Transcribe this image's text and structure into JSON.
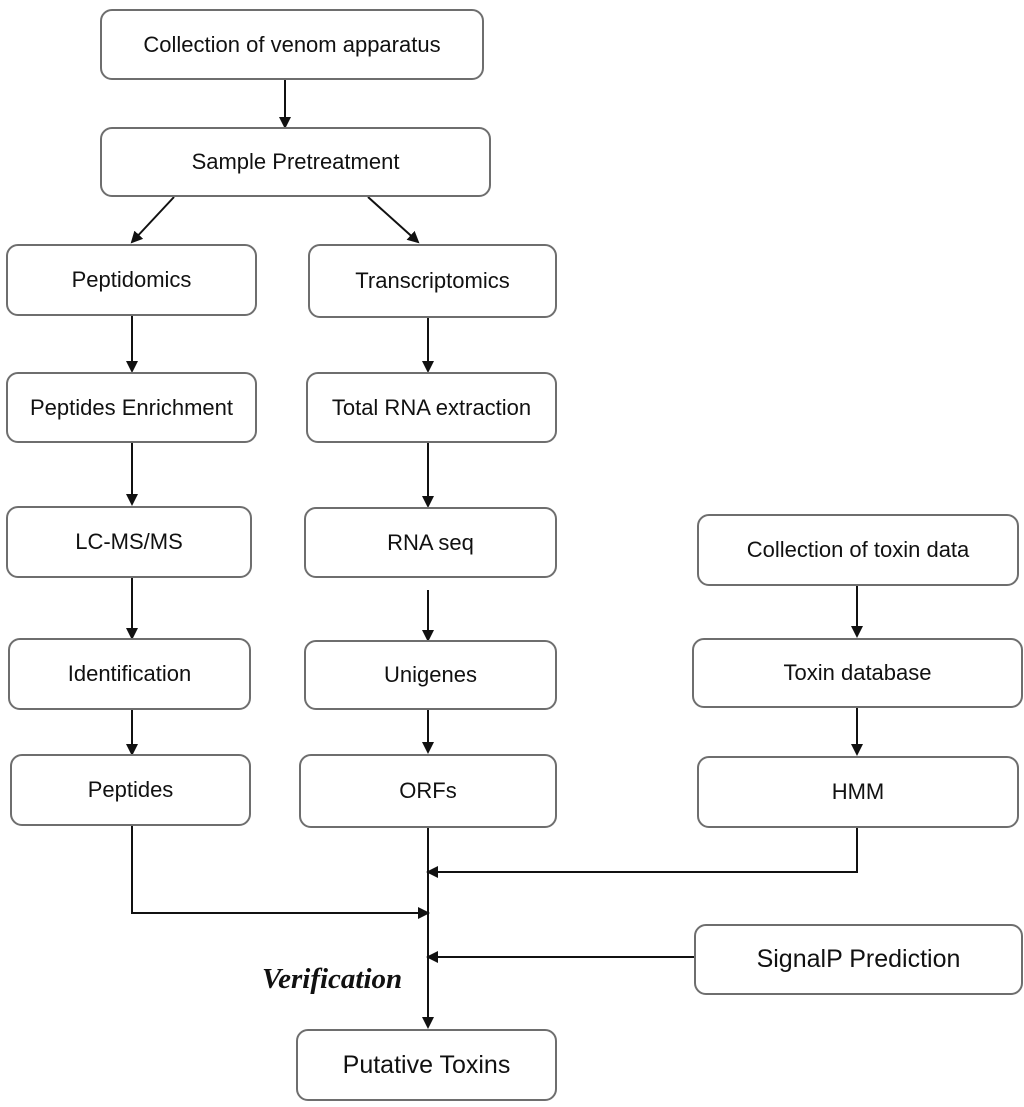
{
  "nodes": {
    "collection_venom": "Collection of venom apparatus",
    "sample_pretreatment": "Sample Pretreatment",
    "peptidomics": "Peptidomics",
    "transcriptomics": "Transcriptomics",
    "peptides_enrichment": "Peptides Enrichment",
    "total_rna": "Total RNA extraction",
    "lcmsms": "LC-MS/MS",
    "rna_seq": "RNA seq",
    "collection_toxin": "Collection of toxin data",
    "identification": "Identification",
    "unigenes": "Unigenes",
    "toxin_database": "Toxin database",
    "peptides": "Peptides",
    "orfs": "ORFs",
    "hmm": "HMM",
    "signalp": "SignalP Prediction",
    "putative_toxins": "Putative Toxins"
  },
  "labels": {
    "verification": "Verification"
  },
  "colors": {
    "box_border": "#6e6e6e",
    "line": "#111111",
    "text": "#111111"
  }
}
